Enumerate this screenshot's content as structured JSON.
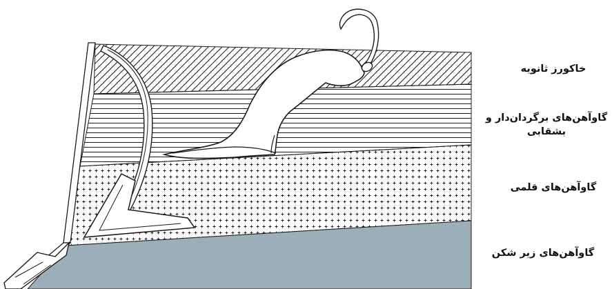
{
  "colors": {
    "subsoil_fill": "#9caeb8",
    "line": "#1a1a1a",
    "background": "#ffffff"
  },
  "layers": [
    {
      "id": "secondary",
      "label": "خاکورز ثانویه",
      "pattern": "diagonal-hatch"
    },
    {
      "id": "moldboard",
      "label": "گاوآهن‌های برگردان‌دار و بشقابی",
      "pattern": "horizontal-lines"
    },
    {
      "id": "chisel",
      "label": "گاوآهن‌های قلمی",
      "pattern": "plus-dots"
    },
    {
      "id": "subsoiler",
      "label": "گاوآهن‌های زیر شکن",
      "pattern": "solid"
    }
  ]
}
